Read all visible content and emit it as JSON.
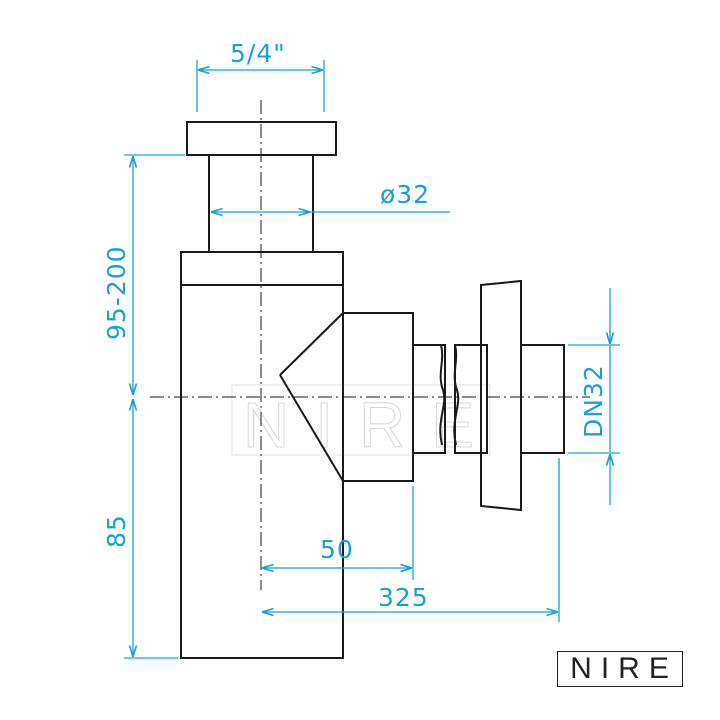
{
  "drawing": {
    "colors": {
      "part": "#1a1a1a",
      "dimension": "#1aa0d6",
      "centerline": "#1a1a1a"
    },
    "dimensions": {
      "thread": "5/4\"",
      "pipe_diameter": "ø32",
      "height_adjust": "95-200",
      "height_outlet": "85",
      "outlet_offset": "50",
      "wall_length": "325",
      "outlet_dn": "DN32"
    }
  },
  "watermark": "NIRE",
  "logo": {
    "text": "NIRE"
  }
}
